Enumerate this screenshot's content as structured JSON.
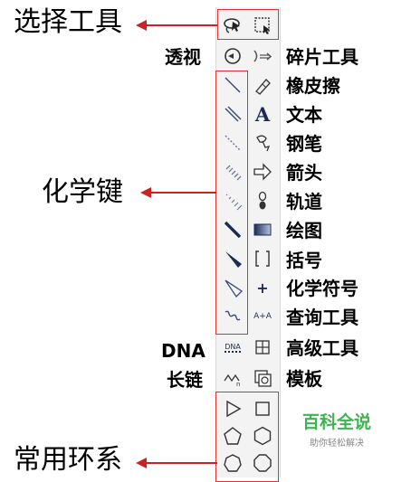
{
  "callouts": {
    "select_tools": "选择工具",
    "chemical_bonds": "化学键",
    "common_rings": "常用环系"
  },
  "left_labels": {
    "perspective": "透视",
    "dna": "DNA",
    "long_chain": "长链"
  },
  "right_labels": {
    "fragment": "碎片工具",
    "eraser": "橡皮擦",
    "text": "文本",
    "pen": "钢笔",
    "arrow": "箭头",
    "orbital": "轨道",
    "drawing": "绘图",
    "bracket": "括号",
    "chem_symbol": "化学符号",
    "query": "查询工具",
    "advanced": "高级工具",
    "template": "模板"
  },
  "icon_texts": {
    "text_tool": "A",
    "dna_tool": "DNA",
    "query_tool": "A+A",
    "chem_plus": "+"
  },
  "watermark": {
    "title": "百科全说",
    "subtitle": "助你轻松解决"
  },
  "colors": {
    "callout_red": "#cc2222",
    "watermark_green": "#3fb34f",
    "bond_dark": "#1a2c55"
  }
}
